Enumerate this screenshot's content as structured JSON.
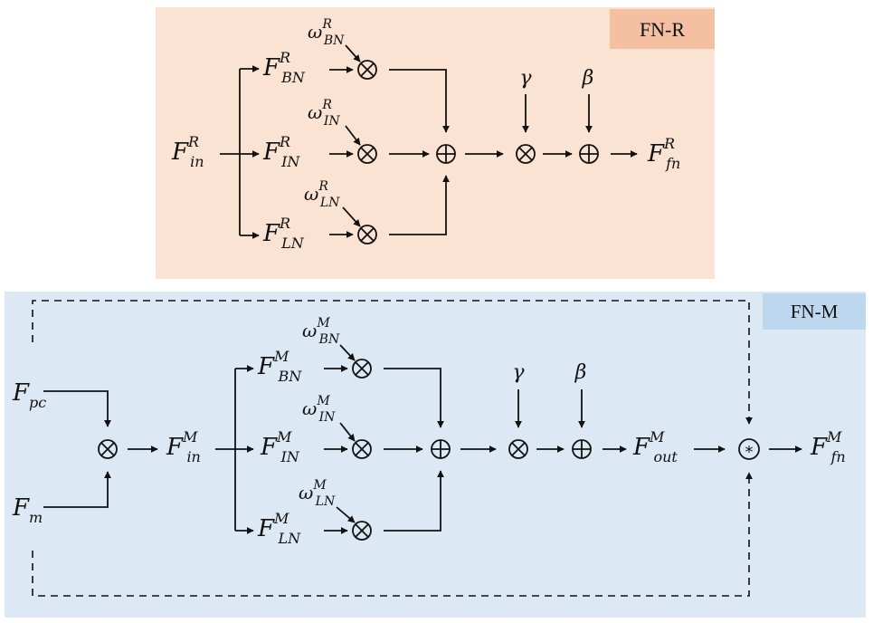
{
  "panels": {
    "top": {
      "tag": "FN-R",
      "colors": {
        "panel": "#fbe3d4",
        "tag": "#f5c0a1"
      },
      "input": {
        "base": "F",
        "sup": "R",
        "sub": "in"
      },
      "branches": [
        {
          "feature": {
            "base": "F",
            "sup": "R",
            "sub": "BN"
          },
          "weight": {
            "base": "ω",
            "sup": "R",
            "sub": "BN"
          }
        },
        {
          "feature": {
            "base": "F",
            "sup": "R",
            "sub": "IN"
          },
          "weight": {
            "base": "ω",
            "sup": "R",
            "sub": "IN"
          }
        },
        {
          "feature": {
            "base": "F",
            "sup": "R",
            "sub": "LN"
          },
          "weight": {
            "base": "ω",
            "sup": "R",
            "sub": "LN"
          }
        }
      ],
      "gamma": "γ",
      "beta": "β",
      "output": {
        "base": "F",
        "sup": "R",
        "sub": "fn"
      }
    },
    "bottom": {
      "tag": "FN-M",
      "colors": {
        "panel": "#dde8f5",
        "tag": "#bdd7ee"
      },
      "inputs": [
        {
          "base": "F",
          "sup": "",
          "sub": "pc"
        },
        {
          "base": "F",
          "sup": "",
          "sub": "m"
        }
      ],
      "fused": {
        "base": "F",
        "sup": "M",
        "sub": "in"
      },
      "branches": [
        {
          "feature": {
            "base": "F",
            "sup": "M",
            "sub": "BN"
          },
          "weight": {
            "base": "ω",
            "sup": "M",
            "sub": "BN"
          }
        },
        {
          "feature": {
            "base": "F",
            "sup": "M",
            "sub": "IN"
          },
          "weight": {
            "base": "ω",
            "sup": "M",
            "sub": "IN"
          }
        },
        {
          "feature": {
            "base": "F",
            "sup": "M",
            "sub": "LN"
          },
          "weight": {
            "base": "ω",
            "sup": "M",
            "sub": "LN"
          }
        }
      ],
      "gamma": "γ",
      "beta": "β",
      "normalized": {
        "base": "F",
        "sup": "M",
        "sub": "out"
      },
      "output": {
        "base": "F",
        "sup": "M",
        "sub": "fn"
      }
    }
  },
  "operators": {
    "multiply": "⊗",
    "add": "⊕",
    "conv": "*"
  }
}
